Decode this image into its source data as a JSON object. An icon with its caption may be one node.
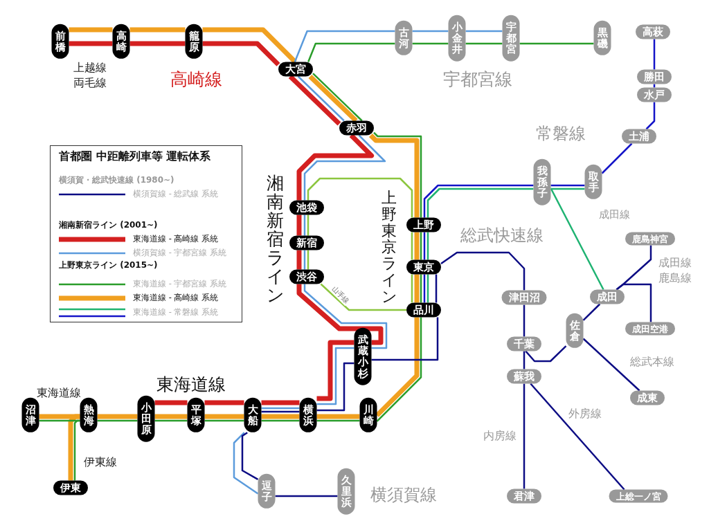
{
  "diagram": {
    "title": "首都圏 中距離列車等 運転体系",
    "nodes": [
      {
        "text": [
          "前橋"
        ]
      },
      {
        "text": [
          "高崎"
        ]
      },
      {
        "text": [
          "籠原"
        ]
      },
      {
        "text": [
          "大宮"
        ]
      },
      {
        "text": [
          "赤羽"
        ]
      },
      {
        "text": [
          "池袋"
        ]
      },
      {
        "text": [
          "新宿"
        ]
      },
      {
        "text": [
          "渋谷"
        ]
      },
      {
        "text": [
          "上野"
        ]
      },
      {
        "text": [
          "東京"
        ]
      },
      {
        "text": [
          "品川"
        ]
      },
      {
        "text": [
          "武蔵小杉"
        ]
      },
      {
        "text": [
          "川崎"
        ]
      },
      {
        "text": [
          "横浜"
        ]
      },
      {
        "text": [
          "大船"
        ]
      },
      {
        "text": [
          "平塚"
        ]
      },
      {
        "text": [
          "小田原"
        ]
      },
      {
        "text": [
          "熱海"
        ]
      },
      {
        "text": [
          "沼津"
        ]
      },
      {
        "text": [
          "伊東"
        ]
      },
      {
        "text": [
          "古河"
        ]
      },
      {
        "text": [
          "小金井"
        ]
      },
      {
        "text": [
          "宇都宮"
        ]
      },
      {
        "text": [
          "黒磯"
        ]
      },
      {
        "text": [
          "高萩"
        ]
      },
      {
        "text": [
          "勝田"
        ]
      },
      {
        "text": [
          "水戸"
        ]
      },
      {
        "text": [
          "土浦"
        ]
      },
      {
        "text": [
          "我孫子"
        ]
      },
      {
        "text": [
          "取手"
        ]
      },
      {
        "text": [
          "津田沼"
        ]
      },
      {
        "text": [
          "千葉"
        ]
      },
      {
        "text": [
          "蘇我"
        ]
      },
      {
        "text": [
          "佐倉"
        ]
      },
      {
        "text": [
          "成田"
        ]
      },
      {
        "text": [
          "鹿島神宮"
        ]
      },
      {
        "text": [
          "成田空港"
        ]
      },
      {
        "text": [
          "成東"
        ]
      },
      {
        "text": [
          "君津"
        ]
      },
      {
        "text": [
          "上総一ノ宮"
        ]
      },
      {
        "text": [
          "逗子"
        ]
      },
      {
        "text": [
          "久里浜"
        ]
      }
    ],
    "edges": [
      {
        "from": 0,
        "to": 1,
        "arrow": "none",
        "style": "thick",
        "color": "#f0a020"
      },
      {
        "from": 1,
        "to": 2,
        "arrow": "none",
        "style": "thick",
        "color": "#f0a020"
      },
      {
        "from": 2,
        "to": 3,
        "arrow": "none",
        "style": "thick",
        "color": "#f0a020"
      },
      {
        "from": 3,
        "to": 4,
        "arrow": "none",
        "style": "thick",
        "color": "#f0a020"
      },
      {
        "from": 4,
        "to": 8,
        "arrow": "none",
        "style": "thick",
        "color": "#f0a020"
      },
      {
        "from": 8,
        "to": 9,
        "arrow": "none",
        "style": "thick",
        "color": "#f0a020"
      },
      {
        "from": 9,
        "to": 10,
        "arrow": "none",
        "style": "thick",
        "color": "#f0a020"
      },
      {
        "from": 10,
        "to": 12,
        "arrow": "none",
        "style": "thick",
        "color": "#f0a020"
      },
      {
        "from": 12,
        "to": 13,
        "arrow": "none",
        "style": "thick",
        "color": "#f0a020"
      },
      {
        "from": 13,
        "to": 14,
        "arrow": "none",
        "style": "thick",
        "color": "#f0a020"
      },
      {
        "from": 14,
        "to": 15,
        "arrow": "none",
        "style": "thick",
        "color": "#f0a020"
      },
      {
        "from": 15,
        "to": 16,
        "arrow": "none",
        "style": "thick",
        "color": "#f0a020"
      },
      {
        "from": 16,
        "to": 17,
        "arrow": "none",
        "style": "thick",
        "color": "#f0a020"
      },
      {
        "from": 17,
        "to": 18,
        "arrow": "none",
        "style": "thick",
        "color": "#f0a020"
      },
      {
        "from": 17,
        "to": 19,
        "arrow": "none",
        "style": "thick",
        "color": "#f0a020"
      },
      {
        "from": 0,
        "to": 1,
        "arrow": "none",
        "style": "thick",
        "color": "#d42020"
      },
      {
        "from": 1,
        "to": 2,
        "arrow": "none",
        "style": "thick",
        "color": "#d42020"
      },
      {
        "from": 2,
        "to": 3,
        "arrow": "none",
        "style": "thick",
        "color": "#d42020"
      },
      {
        "from": 3,
        "to": 4,
        "arrow": "none",
        "style": "thick",
        "color": "#d42020"
      },
      {
        "from": 4,
        "to": 5,
        "arrow": "none",
        "style": "thick",
        "color": "#d42020"
      },
      {
        "from": 5,
        "to": 6,
        "arrow": "none",
        "style": "thick",
        "color": "#d42020"
      },
      {
        "from": 6,
        "to": 7,
        "arrow": "none",
        "style": "thick",
        "color": "#d42020"
      },
      {
        "from": 7,
        "to": 11,
        "arrow": "none",
        "style": "thick",
        "color": "#d42020"
      },
      {
        "from": 11,
        "to": 13,
        "arrow": "none",
        "style": "thick",
        "color": "#d42020"
      },
      {
        "from": 13,
        "to": 14,
        "arrow": "none",
        "style": "thick",
        "color": "#d42020"
      },
      {
        "from": 14,
        "to": 15,
        "arrow": "none",
        "style": "thick",
        "color": "#d42020"
      },
      {
        "from": 15,
        "to": 16,
        "arrow": "none",
        "style": "thick",
        "color": "#d42020"
      },
      {
        "from": 22,
        "to": 21,
        "arrow": "none",
        "color": "#5b9bdc"
      },
      {
        "from": 21,
        "to": 20,
        "arrow": "none",
        "color": "#5b9bdc"
      },
      {
        "from": 20,
        "to": 3,
        "arrow": "none",
        "color": "#5b9bdc"
      },
      {
        "from": 3,
        "to": 4,
        "arrow": "none",
        "color": "#5b9bdc"
      },
      {
        "from": 4,
        "to": 5,
        "arrow": "none",
        "color": "#5b9bdc"
      },
      {
        "from": 5,
        "to": 6,
        "arrow": "none",
        "color": "#5b9bdc"
      },
      {
        "from": 6,
        "to": 7,
        "arrow": "none",
        "color": "#5b9bdc"
      },
      {
        "from": 7,
        "to": 11,
        "arrow": "none",
        "color": "#5b9bdc"
      },
      {
        "from": 11,
        "to": 13,
        "arrow": "none",
        "color": "#5b9bdc"
      },
      {
        "from": 13,
        "to": 14,
        "arrow": "none",
        "color": "#5b9bdc"
      },
      {
        "from": 14,
        "to": 40,
        "arrow": "none",
        "color": "#5b9bdc"
      },
      {
        "from": 23,
        "to": 22,
        "arrow": "none",
        "color": "#2a9d2a"
      },
      {
        "from": 22,
        "to": 21,
        "arrow": "none",
        "color": "#2a9d2a"
      },
      {
        "from": 21,
        "to": 20,
        "arrow": "none",
        "color": "#2a9d2a"
      },
      {
        "from": 20,
        "to": 3,
        "arrow": "none",
        "color": "#2a9d2a"
      },
      {
        "from": 3,
        "to": 4,
        "arrow": "none",
        "color": "#2a9d2a"
      },
      {
        "from": 4,
        "to": 8,
        "arrow": "none",
        "color": "#2a9d2a"
      },
      {
        "from": 8,
        "to": 9,
        "arrow": "none",
        "color": "#2a9d2a"
      },
      {
        "from": 9,
        "to": 10,
        "arrow": "none",
        "color": "#2a9d2a"
      },
      {
        "from": 10,
        "to": 12,
        "arrow": "none",
        "color": "#2a9d2a"
      },
      {
        "from": 12,
        "to": 13,
        "arrow": "none",
        "color": "#2a9d2a"
      },
      {
        "from": 13,
        "to": 14,
        "arrow": "none",
        "color": "#2a9d2a"
      },
      {
        "from": 14,
        "to": 15,
        "arrow": "none",
        "color": "#2a9d2a"
      },
      {
        "from": 15,
        "to": 16,
        "arrow": "none",
        "color": "#2a9d2a"
      },
      {
        "from": 16,
        "to": 17,
        "arrow": "none",
        "color": "#2a9d2a"
      },
      {
        "from": 17,
        "to": 18,
        "arrow": "none",
        "color": "#2a9d2a"
      },
      {
        "from": 17,
        "to": 19,
        "arrow": "none",
        "color": "#2a9d2a"
      },
      {
        "from": 10,
        "to": 9,
        "arrow": "none",
        "color": "#1fb372"
      },
      {
        "from": 9,
        "to": 8,
        "arrow": "none",
        "color": "#1fb372"
      },
      {
        "from": 8,
        "to": 28,
        "arrow": "none",
        "color": "#1fb372"
      },
      {
        "from": 28,
        "to": 29,
        "arrow": "none",
        "color": "#1fb372"
      },
      {
        "from": 28,
        "to": 34,
        "arrow": "none",
        "color": "#1fb372"
      },
      {
        "from": 10,
        "to": 9,
        "arrow": "none",
        "color": "#1414c8"
      },
      {
        "from": 9,
        "to": 8,
        "arrow": "none",
        "color": "#1414c8"
      },
      {
        "from": 8,
        "to": 28,
        "arrow": "none",
        "color": "#1414c8"
      },
      {
        "from": 28,
        "to": 29,
        "arrow": "none",
        "color": "#1414c8"
      },
      {
        "from": 29,
        "to": 27,
        "arrow": "none",
        "color": "#1414c8"
      },
      {
        "from": 27,
        "to": 26,
        "arrow": "none",
        "color": "#1414c8"
      },
      {
        "from": 26,
        "to": 25,
        "arrow": "none",
        "color": "#1414c8"
      },
      {
        "from": 25,
        "to": 24,
        "arrow": "none",
        "color": "#1414c8"
      },
      {
        "from": 41,
        "to": 40,
        "arrow": "none",
        "color": "#0c0c84"
      },
      {
        "from": 40,
        "to": 14,
        "arrow": "none",
        "color": "#0c0c84"
      },
      {
        "from": 14,
        "to": 13,
        "arrow": "none",
        "color": "#0c0c84"
      },
      {
        "from": 13,
        "to": 11,
        "arrow": "none",
        "color": "#0c0c84"
      },
      {
        "from": 11,
        "to": 10,
        "arrow": "none",
        "color": "#0c0c84"
      },
      {
        "from": 10,
        "to": 9,
        "arrow": "none",
        "color": "#0c0c84"
      },
      {
        "from": 9,
        "to": 30,
        "arrow": "none",
        "color": "#0c0c84"
      },
      {
        "from": 30,
        "to": 31,
        "arrow": "none",
        "color": "#0c0c84"
      },
      {
        "from": 31,
        "to": 32,
        "arrow": "none",
        "color": "#0c0c84"
      },
      {
        "from": 32,
        "to": 38,
        "arrow": "none",
        "color": "#0c0c84"
      },
      {
        "from": 32,
        "to": 39,
        "arrow": "none",
        "color": "#0c0c84"
      },
      {
        "from": 31,
        "to": 33,
        "arrow": "none",
        "color": "#0c0c84"
      },
      {
        "from": 33,
        "to": 34,
        "arrow": "none",
        "color": "#0c0c84"
      },
      {
        "from": 34,
        "to": 35,
        "arrow": "none",
        "color": "#0c0c84"
      },
      {
        "from": 34,
        "to": 36,
        "arrow": "none",
        "color": "#0c0c84"
      },
      {
        "from": 33,
        "to": 37,
        "arrow": "none",
        "color": "#0c0c84"
      },
      {
        "from": 5,
        "to": 6,
        "arrow": "none",
        "color": "#8cc63f"
      },
      {
        "from": 6,
        "to": 7,
        "arrow": "none",
        "color": "#8cc63f"
      },
      {
        "from": 7,
        "to": 10,
        "arrow": "none",
        "label": "山手線",
        "color": "#8cc63f"
      },
      {
        "from": 10,
        "to": 9,
        "arrow": "none",
        "color": "#8cc63f"
      },
      {
        "from": 9,
        "to": 8,
        "arrow": "none",
        "color": "#8cc63f"
      },
      {
        "from": 8,
        "to": 5,
        "arrow": "none",
        "color": "#8cc63f"
      }
    ],
    "labels": [
      "上越線",
      "両毛線",
      "高崎線",
      "宇都宮線",
      "常磐線",
      "湘南新宿ライン",
      "上野東京ライン",
      "成田線",
      "総武快速線",
      "成田線",
      "鹿島線",
      "総武本線",
      "東海道線",
      "東海道線",
      "外房線",
      "伊東線",
      "内房線",
      "横須賀線",
      "横須賀・総武快速線 (1980~)",
      "湘南新宿ライン (2001~)",
      "上野東京ライン (2015~)"
    ],
    "legend": [
      {
        "text": "横須賀線 - 総武線 系統",
        "color": "#0c0c84"
      },
      {
        "text": "東海道線 - 高崎線 系統",
        "color": "#d42020"
      },
      {
        "text": "横須賀線 - 宇都宮線 系統",
        "color": "#5b9bdc"
      },
      {
        "text": "東海道線 - 宇都宮線 系統",
        "color": "#2a9d2a"
      },
      {
        "text": "東海道線 - 高崎線 系統",
        "color": "#f0a020"
      },
      {
        "text": "東海道線 - 常磐線 系統"
      }
    ]
  }
}
